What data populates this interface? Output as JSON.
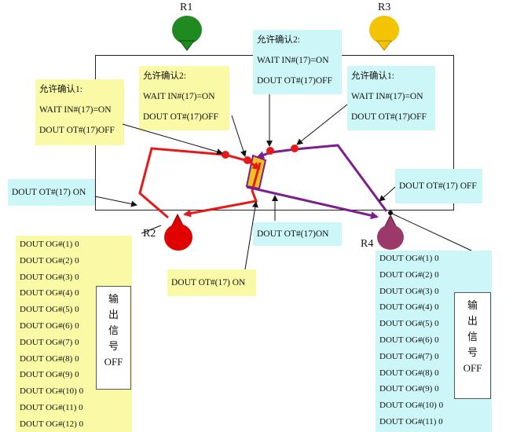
{
  "robots": {
    "r1": {
      "label": "R1",
      "color": "#1f8a1f"
    },
    "r2": {
      "label": "R2",
      "color": "#e00000"
    },
    "r3": {
      "label": "R3",
      "color": "#f4c400"
    },
    "r4": {
      "label": "R4",
      "color": "#9b3a6a"
    }
  },
  "notes": {
    "allow_left": {
      "title": "允许确认1:",
      "line1": "WAIT IN#(17)=ON",
      "line2": "DOUT OT#(17)OFF"
    },
    "allow_mid": {
      "title": "允许确认2:",
      "line1": "WAIT IN#(17)=ON",
      "line2": "DOUT OT#(17)OFF"
    },
    "allow_top": {
      "title": "允许确认2:",
      "line1": "WAIT IN#(17)=ON",
      "line2": "DOUT OT#(17)OFF"
    },
    "allow_right": {
      "title": "允许确认1:",
      "line1": "WAIT IN#(17)=ON",
      "line2": "DOUT OT#(17)OFF"
    },
    "dout_left": "DOUT OT#(17) ON",
    "dout_right": "DOUT OT#(17) OFF",
    "dout_mid": "DOUT OT#(17)ON",
    "dout_bottom": "DOUT OT#(17) ON"
  },
  "left_list": [
    "DOUT OG#(1) 0",
    "DOUT OG#(2) 0",
    "DOUT OG#(3) 0",
    "DOUT OG#(4) 0",
    "DOUT OG#(5) 0",
    "DOUT OG#(6) 0",
    "DOUT OG#(7) 0",
    "DOUT OG#(8) 0",
    "DOUT OG#(9) 0",
    "DOUT OG#(10) 0",
    "DOUT OG#(11) 0",
    "DOUT OG#(12) 0"
  ],
  "right_list": [
    "DOUT OG#(1) 0",
    "DOUT OG#(2) 0",
    "DOUT OG#(3) 0",
    "DOUT OG#(4) 0",
    "DOUT OG#(5) 0",
    "DOUT OG#(6) 0",
    "DOUT OG#(7) 0",
    "DOUT OG#(8) 0",
    "DOUT OG#(9) 0",
    "DOUT OG#(10) 0",
    "DOUT OG#(11) 0"
  ],
  "signal_box": {
    "c1": "输",
    "c2": "出",
    "c3": "信",
    "c4": "号",
    "c5": "OFF"
  },
  "colors": {
    "red_path": "#e41a1a",
    "purple_path": "#7a1f8c",
    "marker_fill": "#f0c020"
  }
}
